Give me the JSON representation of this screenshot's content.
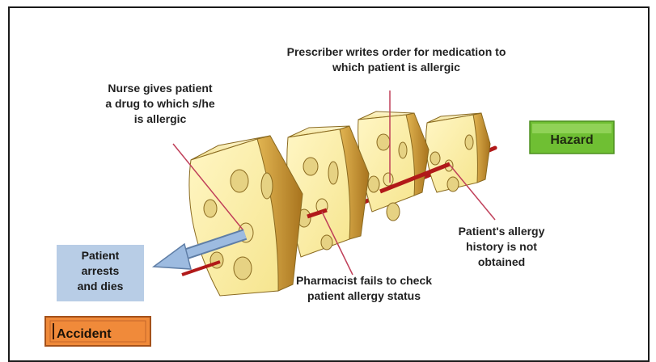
{
  "labels": {
    "prescriber_line1": "Prescriber writes order for medication to",
    "prescriber_line2": "which patient is allergic",
    "nurse_line1": "Nurse gives patient",
    "nurse_line2": "a drug to which s/he",
    "nurse_line3": "is allergic",
    "pharmacist_line1": "Pharmacist fails to check",
    "pharmacist_line2": "patient allergy status",
    "history_line1": "Patient's allergy",
    "history_line2": "history is not",
    "history_line3": "obtained",
    "outcome_line1": "Patient",
    "outcome_line2": "arrests",
    "outcome_line3": "and dies"
  },
  "hazard": {
    "label": "Hazard"
  },
  "accident": {
    "label": "Accident"
  },
  "colors": {
    "cheese_face": "#fbf0a6",
    "cheese_side": "#c9952e",
    "hole": "#e8d68a",
    "arrow_red": "#b11919",
    "arrow_blue": "#9dbbe0",
    "hazard_green": "#7fcc3f",
    "accident_orange": "#f08a3a",
    "outcome_blue": "#b8cde6",
    "leader_line": "#c0405a"
  }
}
